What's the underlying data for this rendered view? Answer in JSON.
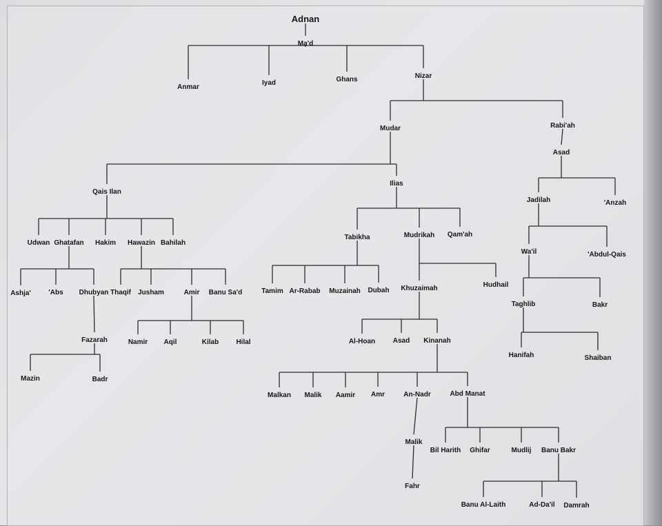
{
  "colors": {
    "line": "#2b2b2b",
    "text": "#161616",
    "paper": "#e2e3e6"
  },
  "tree": {
    "name": "Adnan",
    "children": [
      {
        "name": "Ma'd",
        "children": [
          {
            "name": "Anmar"
          },
          {
            "name": "Iyad"
          },
          {
            "name": "Ghans"
          },
          {
            "name": "Nizar",
            "children": [
              {
                "name": "Mudar",
                "children": [
                  {
                    "name": "Qais Ilan",
                    "children": [
                      {
                        "name": "Udwan"
                      },
                      {
                        "name": "Ghatafan",
                        "children": [
                          {
                            "name": "Ashja'"
                          },
                          {
                            "name": "'Abs"
                          },
                          {
                            "name": "Dhubyan",
                            "children": [
                              {
                                "name": "Fazarah",
                                "children": [
                                  {
                                    "name": "Mazin"
                                  },
                                  {
                                    "name": "Badr"
                                  }
                                ]
                              }
                            ]
                          }
                        ]
                      },
                      {
                        "name": "Hakim"
                      },
                      {
                        "name": "Hawazin",
                        "children": [
                          {
                            "name": "Thaqif"
                          },
                          {
                            "name": "Jusham"
                          },
                          {
                            "name": "Amir",
                            "children": [
                              {
                                "name": "Namir"
                              },
                              {
                                "name": "Aqil"
                              },
                              {
                                "name": "Kilab"
                              },
                              {
                                "name": "Hilal"
                              }
                            ]
                          },
                          {
                            "name": "Banu Sa'd"
                          }
                        ]
                      },
                      {
                        "name": "Bahilah"
                      }
                    ]
                  },
                  {
                    "name": "Ilias",
                    "children": [
                      {
                        "name": "Tabikha",
                        "children": [
                          {
                            "name": "Tamim"
                          },
                          {
                            "name": "Ar-Rabab"
                          },
                          {
                            "name": "Muzainah"
                          },
                          {
                            "name": "Dubah"
                          }
                        ]
                      },
                      {
                        "name": "Mudrikah",
                        "children": [
                          {
                            "name": "Khuzaimah",
                            "children": [
                              {
                                "name": "Al-Hoan"
                              },
                              {
                                "name": "Asad"
                              },
                              {
                                "name": "Kinanah",
                                "children": [
                                  {
                                    "name": "Malkan"
                                  },
                                  {
                                    "name": "Malik"
                                  },
                                  {
                                    "name": "Aamir"
                                  },
                                  {
                                    "name": "Amr"
                                  },
                                  {
                                    "name": "An-Nadr",
                                    "children": [
                                      {
                                        "name": "Malik",
                                        "children": [
                                          {
                                            "name": "Fahr"
                                          }
                                        ]
                                      }
                                    ]
                                  },
                                  {
                                    "name": "Abd Manat",
                                    "children": [
                                      {
                                        "name": "Bil Harith"
                                      },
                                      {
                                        "name": "Ghifar"
                                      },
                                      {
                                        "name": "Mudlij"
                                      },
                                      {
                                        "name": "Banu Bakr",
                                        "children": [
                                          {
                                            "name": "Banu Al-Laith"
                                          },
                                          {
                                            "name": "Ad-Da'il"
                                          },
                                          {
                                            "name": "Damrah"
                                          }
                                        ]
                                      }
                                    ]
                                  }
                                ]
                              }
                            ]
                          },
                          {
                            "name": "Hudhail"
                          }
                        ]
                      },
                      {
                        "name": "Qam'ah"
                      }
                    ]
                  }
                ]
              },
              {
                "name": "Rabi'ah",
                "children": [
                  {
                    "name": "Asad",
                    "children": [
                      {
                        "name": "Jadilah",
                        "children": [
                          {
                            "name": "Wa'il",
                            "children": [
                              {
                                "name": "Taghlib",
                                "children": [
                                  {
                                    "name": "Hanifah"
                                  },
                                  {
                                    "name": "Shaiban"
                                  }
                                ]
                              },
                              {
                                "name": "Bakr"
                              }
                            ]
                          },
                          {
                            "name": "'Abdul-Qais"
                          }
                        ]
                      },
                      {
                        "name": "'Anzah"
                      }
                    ]
                  }
                ]
              }
            ]
          }
        ]
      }
    ]
  }
}
